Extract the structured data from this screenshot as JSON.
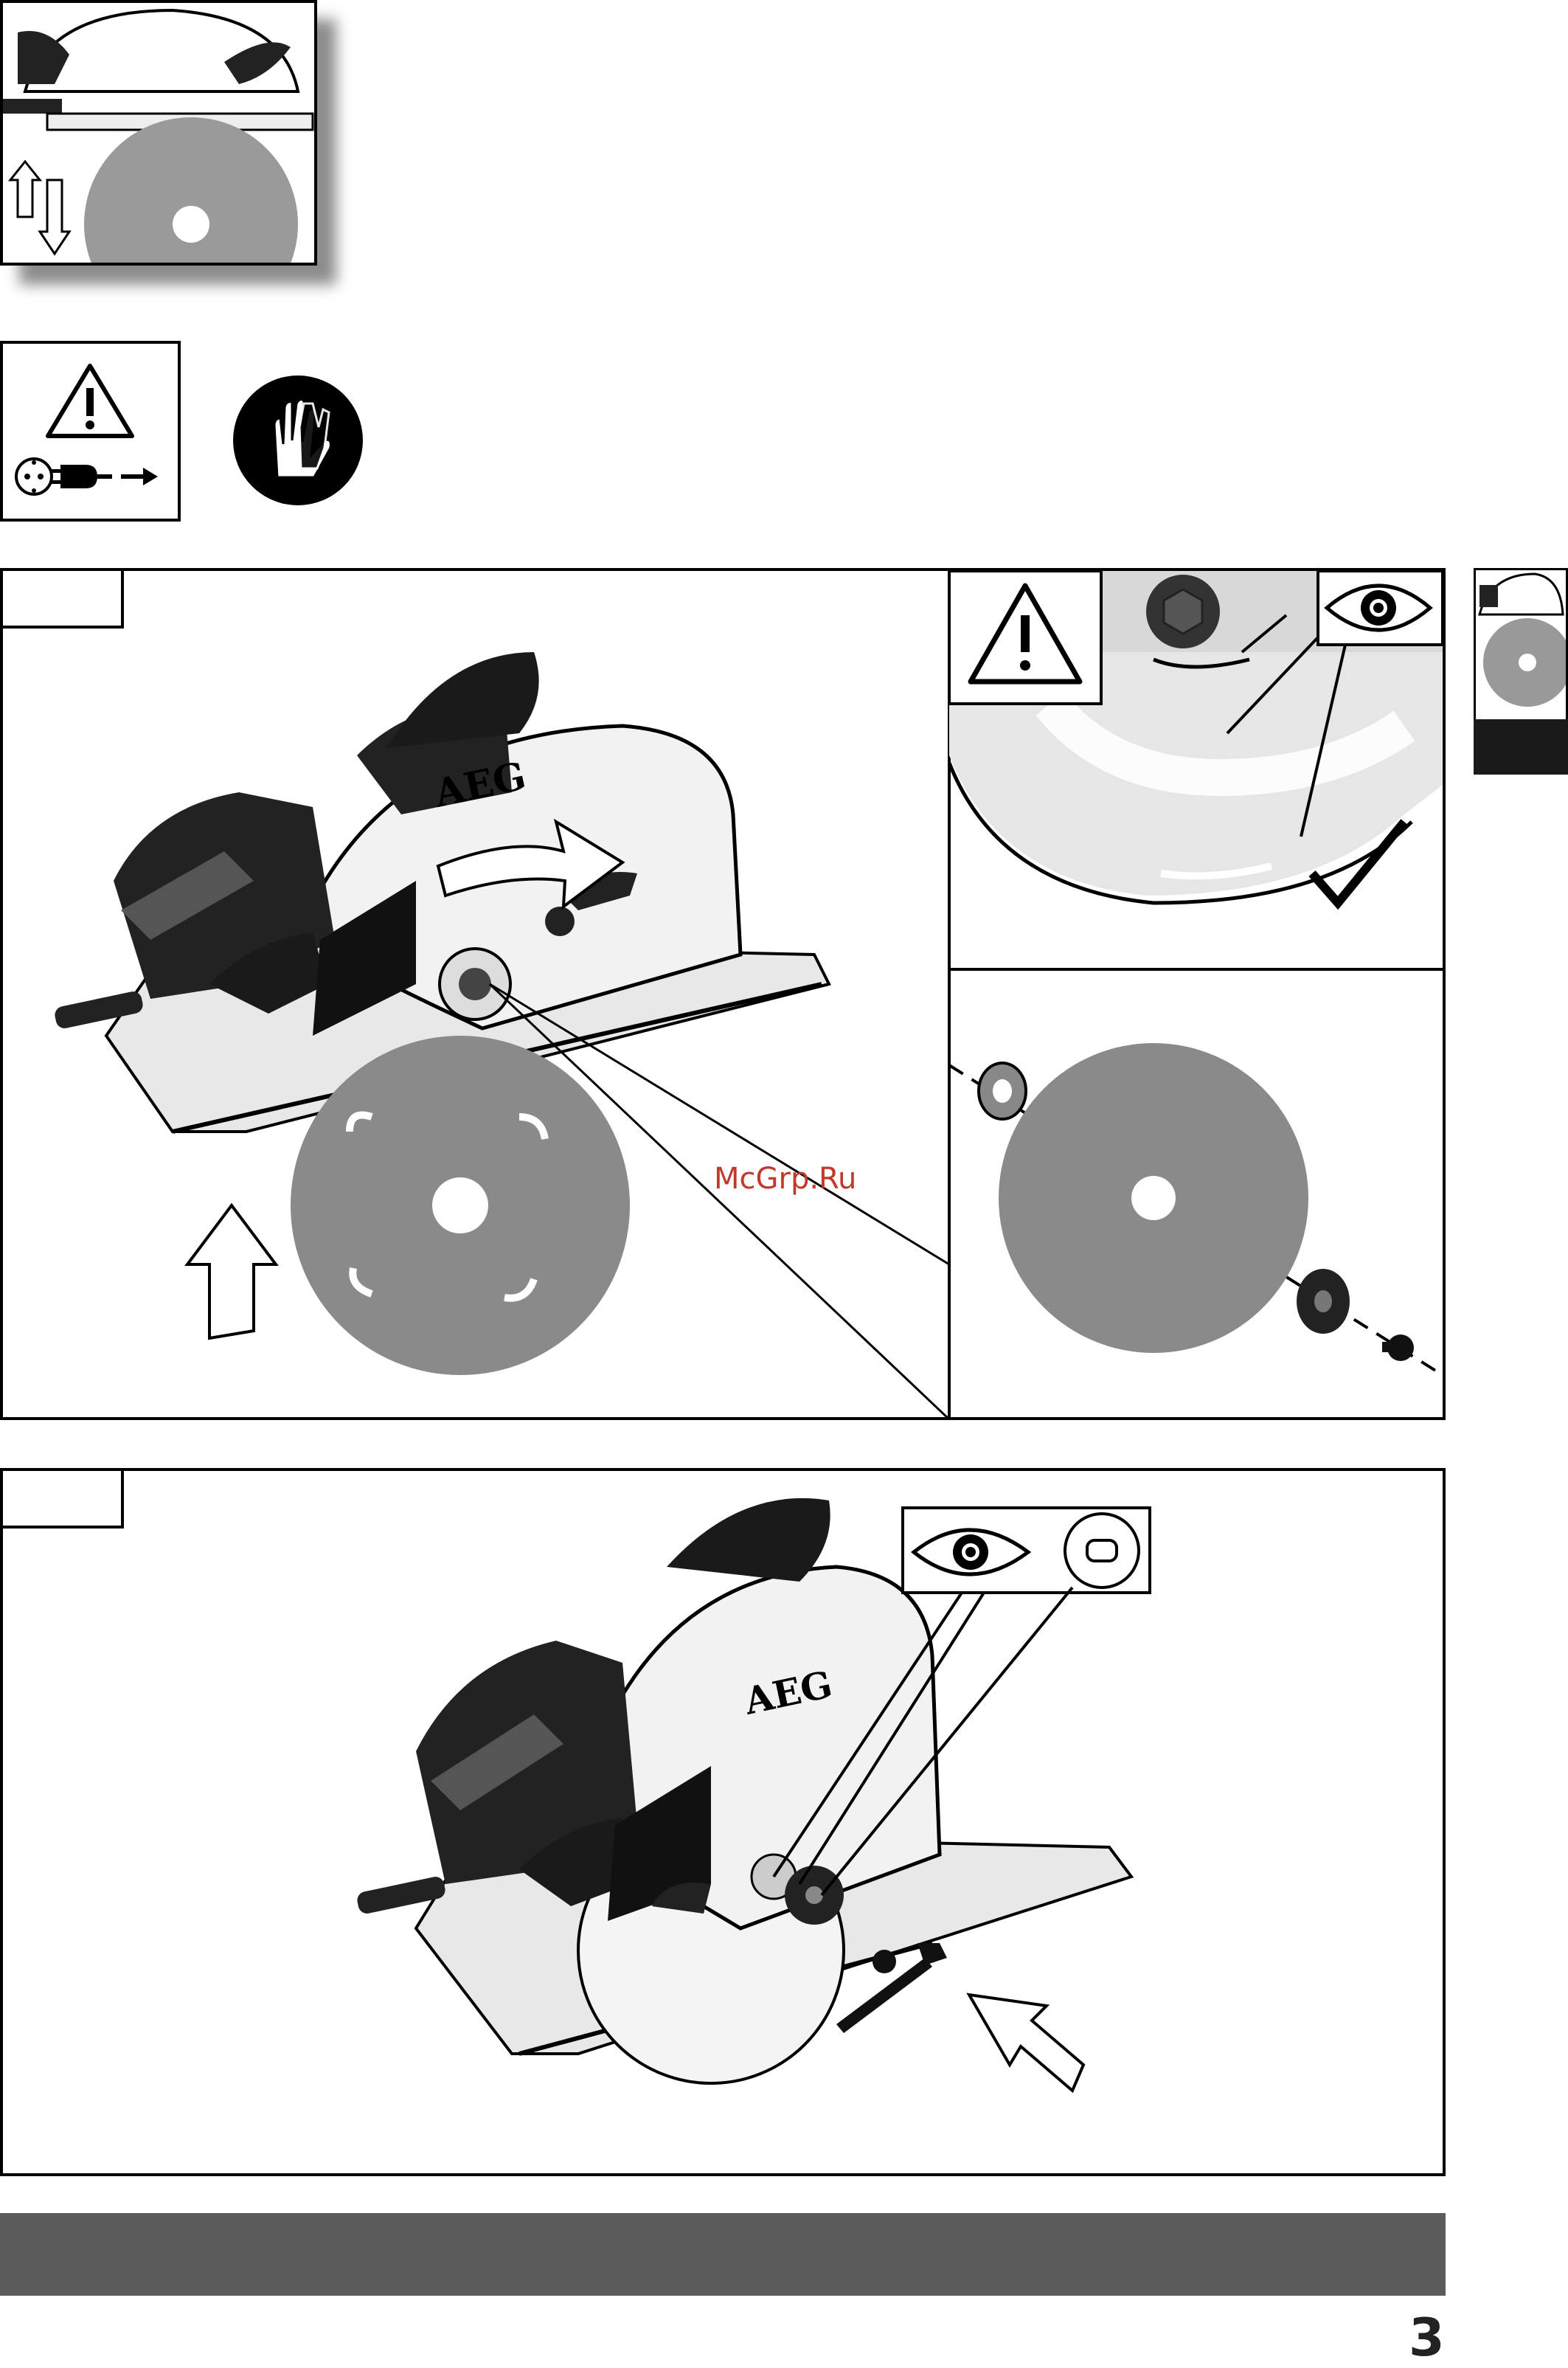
{
  "figures": {
    "fig1_label": "",
    "fig2_label": ""
  },
  "logo": {
    "brand": "AEG"
  },
  "watermark": {
    "text": "McGrp.Ru"
  },
  "page": {
    "number": "3"
  },
  "colors": {
    "blade_gray": "#8a8a8a",
    "body_dark": "#1e1e1e",
    "footer_bar": "#5a5a5a",
    "watermark_red": "#c0392b"
  },
  "icons": {
    "warning": "warning-triangle-icon",
    "unplug": "unplug-icon",
    "gloves": "gloves-icon",
    "eye": "eye-icon",
    "check": "checkmark-icon",
    "arrow_up": "arrow-up-icon",
    "arrow_rotate": "rotation-arrow-icon"
  }
}
